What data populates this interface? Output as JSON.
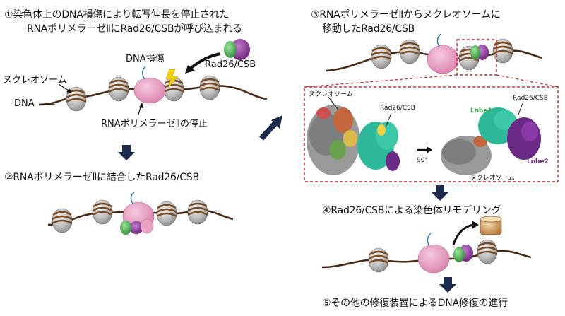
{
  "steps": [
    {
      "title": "①染色体上のDNA損傷により転写伸長を停止された",
      "title2": "RNAポリメラーゼⅡにRad26/CSBが呼び込まれる"
    },
    {
      "title": "②RNAポリメラーゼⅡに結合したRad26/CSB"
    },
    {
      "title": "③RNAポリメラーゼⅡからヌクレオソームに",
      "title2": "移動したRad26/CSB"
    },
    {
      "title": "④Rad26/CSBによる染色体リモデリング"
    },
    {
      "title": "⑤その他の修復装置によるDNA修復の進行"
    }
  ],
  "labels": {
    "dna_damage": "DNA損傷",
    "rad26_csb": "Rad26/CSB",
    "nucleosome": "ヌクレオソーム",
    "dna": "DNA",
    "rnapii_stop": "RNAポリメラーゼⅡの停止"
  },
  "structure_labels": {
    "nucleosome_left": "ヌクレオソーム",
    "rad26_left": "Rad26/CSB",
    "rad26_right": "Rad26/CSB",
    "lobe1": "Lobe1",
    "lobe2": "Lobe2",
    "rotation": "90°",
    "nucleosome_right": "ヌクレオソーム"
  },
  "colors": {
    "dna": "#4a2a14",
    "nucleosome_core": "#b9b9b9",
    "nucleosome_wrap": "#8b5a2b",
    "polymerase": "#e8a3c4",
    "rad26_green": "#3aa54a",
    "rad26_purple": "#7a2f86",
    "arrow_navy": "#1c2a4e",
    "box_red": "#d22a2a",
    "lobe1": "#2eb89a",
    "lobe2": "#6a2a86",
    "damage": "#f2d20a"
  }
}
